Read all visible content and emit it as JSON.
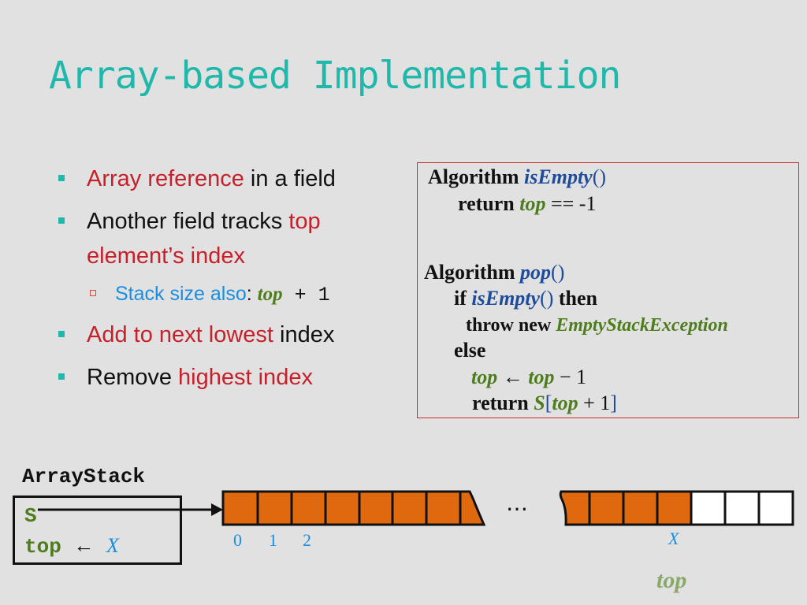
{
  "title": "Array-based Implementation",
  "bullets": [
    {
      "red": "Array reference",
      "rest": " in a field"
    },
    {
      "prefix": "Another field tracks ",
      "red": "top element’s index"
    },
    {
      "sub_blue": "Stack size also",
      "sub_colon": ":",
      "sub_top": "top",
      "sub_plus": " + 1"
    },
    {
      "red": "Add to next lowest",
      "rest": " index"
    },
    {
      "prefix": "Remove ",
      "red": "highest index"
    }
  ],
  "algorithm": {
    "isempty_kw": "Algorithm",
    "isempty_name": "isEmpty",
    "isempty_parens": "()",
    "isempty_return": "return",
    "isempty_top": "top",
    "isempty_cmp": "== -1",
    "pop_kw": "Algorithm",
    "pop_name": "pop",
    "pop_parens": "()",
    "if_kw": "if",
    "if_call": "isEmpty",
    "if_parens": "()",
    "then_kw": "then",
    "throw_kw": "throw new",
    "exception": "EmptyStackException",
    "else_kw": "else",
    "assign_top": "top",
    "assign_arrow": "←",
    "assign_top2": "top",
    "assign_minus": "− 1",
    "ret_kw": "return",
    "ret_S": "S",
    "ret_open": "[",
    "ret_top": "top",
    "ret_plus": "+ 1",
    "ret_close": "]"
  },
  "diagram": {
    "class_label": "ArrayStack",
    "field_S": "S",
    "field_top": "top",
    "field_arrow": "←",
    "field_X": "X",
    "indices": [
      "0",
      "1",
      "2"
    ],
    "ellipsis": "…",
    "top_index_label": "X",
    "top_label": "top",
    "filled_color": "#e0690f",
    "empty_color": "#ffffff"
  }
}
